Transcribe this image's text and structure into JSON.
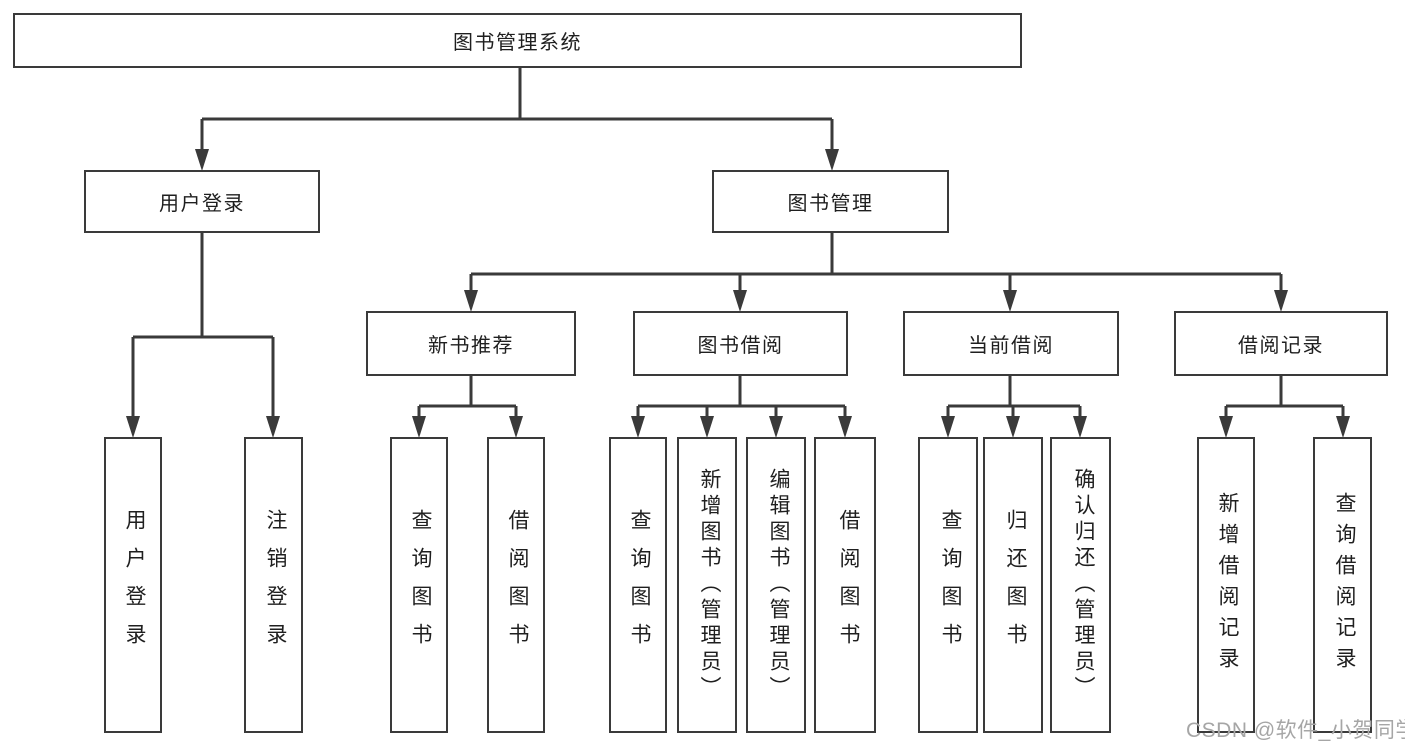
{
  "diagram": {
    "type": "tree",
    "title": "图书管理系统",
    "watermark": "CSDN @软件_小贺同学",
    "colors": {
      "background": "#ffffff",
      "line": "#3a3a3a",
      "box_border": "#3a3a3a",
      "text": "#1f1f1f",
      "watermark": "#a6a6a6"
    },
    "nodes": {
      "root": {
        "label": "图书管理系统"
      },
      "user_login": {
        "label": "用户登录"
      },
      "book_mgmt": {
        "label": "图书管理"
      },
      "new_book_rec": {
        "label": "新书推荐"
      },
      "book_borrow": {
        "label": "图书借阅"
      },
      "current_borrow": {
        "label": "当前借阅"
      },
      "borrow_record": {
        "label": "借阅记录"
      },
      "leaf_user_login": {
        "label": "用户登录"
      },
      "leaf_logout": {
        "label": "注销登录"
      },
      "rec_query_book": {
        "label": "查询图书"
      },
      "rec_borrow_book": {
        "label": "借阅图书"
      },
      "bb_query_book": {
        "label": "查询图书"
      },
      "bb_add_book": {
        "label": "新增图书（管理员）"
      },
      "bb_edit_book": {
        "label": "编辑图书（管理员）"
      },
      "bb_borrow_book": {
        "label": "借阅图书"
      },
      "cb_query_book": {
        "label": "查询图书"
      },
      "cb_return_book": {
        "label": "归还图书"
      },
      "cb_confirm_return": {
        "label": "确认归还（管理员）"
      },
      "br_add_record": {
        "label": "新增借阅记录"
      },
      "br_query_record": {
        "label": "查询借阅记录"
      }
    },
    "edges": [
      {
        "from": "图书管理系统",
        "to": [
          "用户登录",
          "图书管理"
        ]
      },
      {
        "from": "用户登录",
        "to": [
          "用户登录",
          "注销登录"
        ]
      },
      {
        "from": "图书管理",
        "to": [
          "新书推荐",
          "图书借阅",
          "当前借阅",
          "借阅记录"
        ]
      },
      {
        "from": "新书推荐",
        "to": [
          "查询图书",
          "借阅图书"
        ]
      },
      {
        "from": "图书借阅",
        "to": [
          "查询图书",
          "新增图书（管理员）",
          "编辑图书（管理员）",
          "借阅图书"
        ]
      },
      {
        "from": "当前借阅",
        "to": [
          "查询图书",
          "归还图书",
          "确认归还（管理员）"
        ]
      },
      {
        "from": "借阅记录",
        "to": [
          "新增借阅记录",
          "查询借阅记录"
        ]
      }
    ]
  }
}
